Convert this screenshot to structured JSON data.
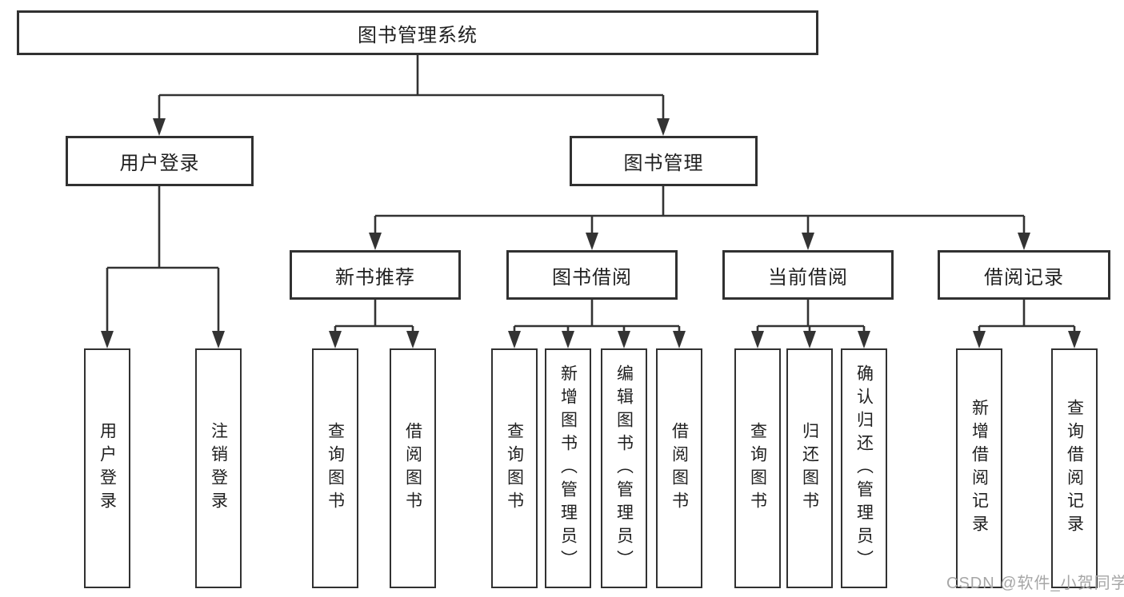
{
  "colors": {
    "line": "#333333",
    "box_border": "#313131",
    "text": "#1f1f1f",
    "watermark": "#a6a6a6",
    "background": "#ffffff"
  },
  "watermark": {
    "text": "CSDN @软件_小贺同学"
  },
  "tree": {
    "root": {
      "label": "图书管理系统",
      "children": [
        {
          "label": "用户登录",
          "children": [
            {
              "label": "用户登录"
            },
            {
              "label": "注销登录"
            }
          ]
        },
        {
          "label": "图书管理",
          "children": [
            {
              "label": "新书推荐",
              "children": [
                {
                  "label": "查询图书"
                },
                {
                  "label": "借阅图书"
                }
              ]
            },
            {
              "label": "图书借阅",
              "children": [
                {
                  "label": "查询图书"
                },
                {
                  "label": "新增图书（管理员）"
                },
                {
                  "label": "编辑图书（管理员）"
                },
                {
                  "label": "借阅图书"
                }
              ]
            },
            {
              "label": "当前借阅",
              "children": [
                {
                  "label": "查询图书"
                },
                {
                  "label": "归还图书"
                },
                {
                  "label": "确认归还（管理员）"
                }
              ]
            },
            {
              "label": "借阅记录",
              "children": [
                {
                  "label": "新增借阅记录"
                },
                {
                  "label": "查询借阅记录"
                }
              ]
            }
          ]
        }
      ]
    }
  }
}
